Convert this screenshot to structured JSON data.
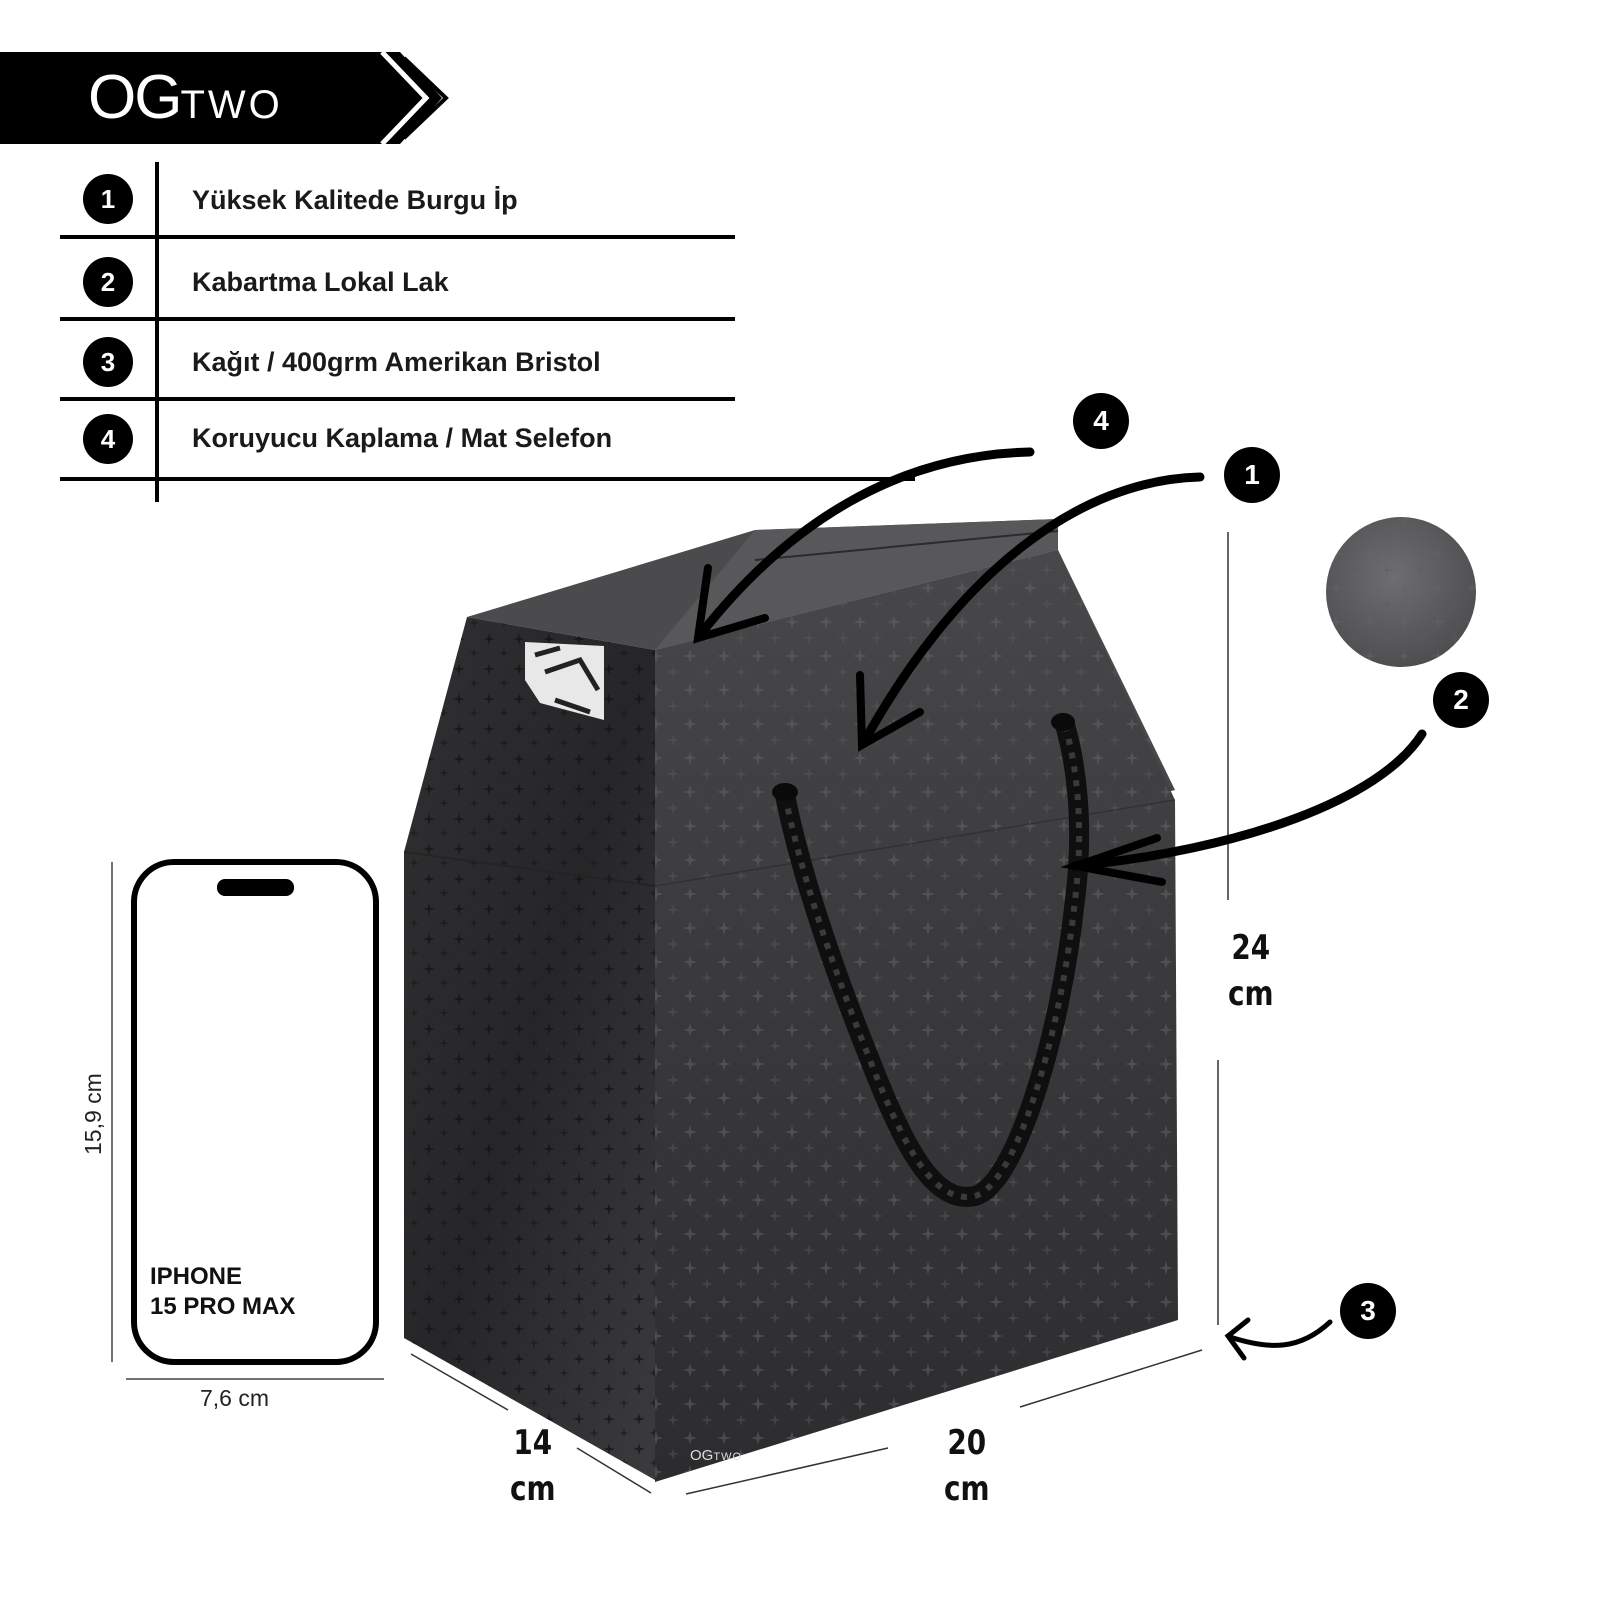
{
  "brand": {
    "og": "OG",
    "two": "TWO"
  },
  "features": [
    {
      "number": "1",
      "text": "Yüksek Kalitede Burgu İp"
    },
    {
      "number": "2",
      "text": "Kabartma Lokal Lak"
    },
    {
      "number": "3",
      "text": "Kağıt / 400grm Amerikan Bristol"
    },
    {
      "number": "4",
      "text": "Koruyucu Kaplama / Mat Selefon"
    }
  ],
  "callouts": [
    "1",
    "2",
    "3",
    "4"
  ],
  "phone": {
    "label": "IPHONE\n15 PRO MAX",
    "height": "15,9 cm",
    "width": "7,6 cm"
  },
  "box": {
    "height_value": "24",
    "height_unit": "cm",
    "depth_value": "14",
    "depth_unit": "cm",
    "width_value": "20",
    "width_unit": "cm",
    "logo_og": "OG",
    "logo_two": "TWO"
  },
  "colors": {
    "banner": "#000000",
    "box_dark": "#2e2e30",
    "box_light": "#4a4a4c",
    "inner_print": "#e8e8e8"
  }
}
